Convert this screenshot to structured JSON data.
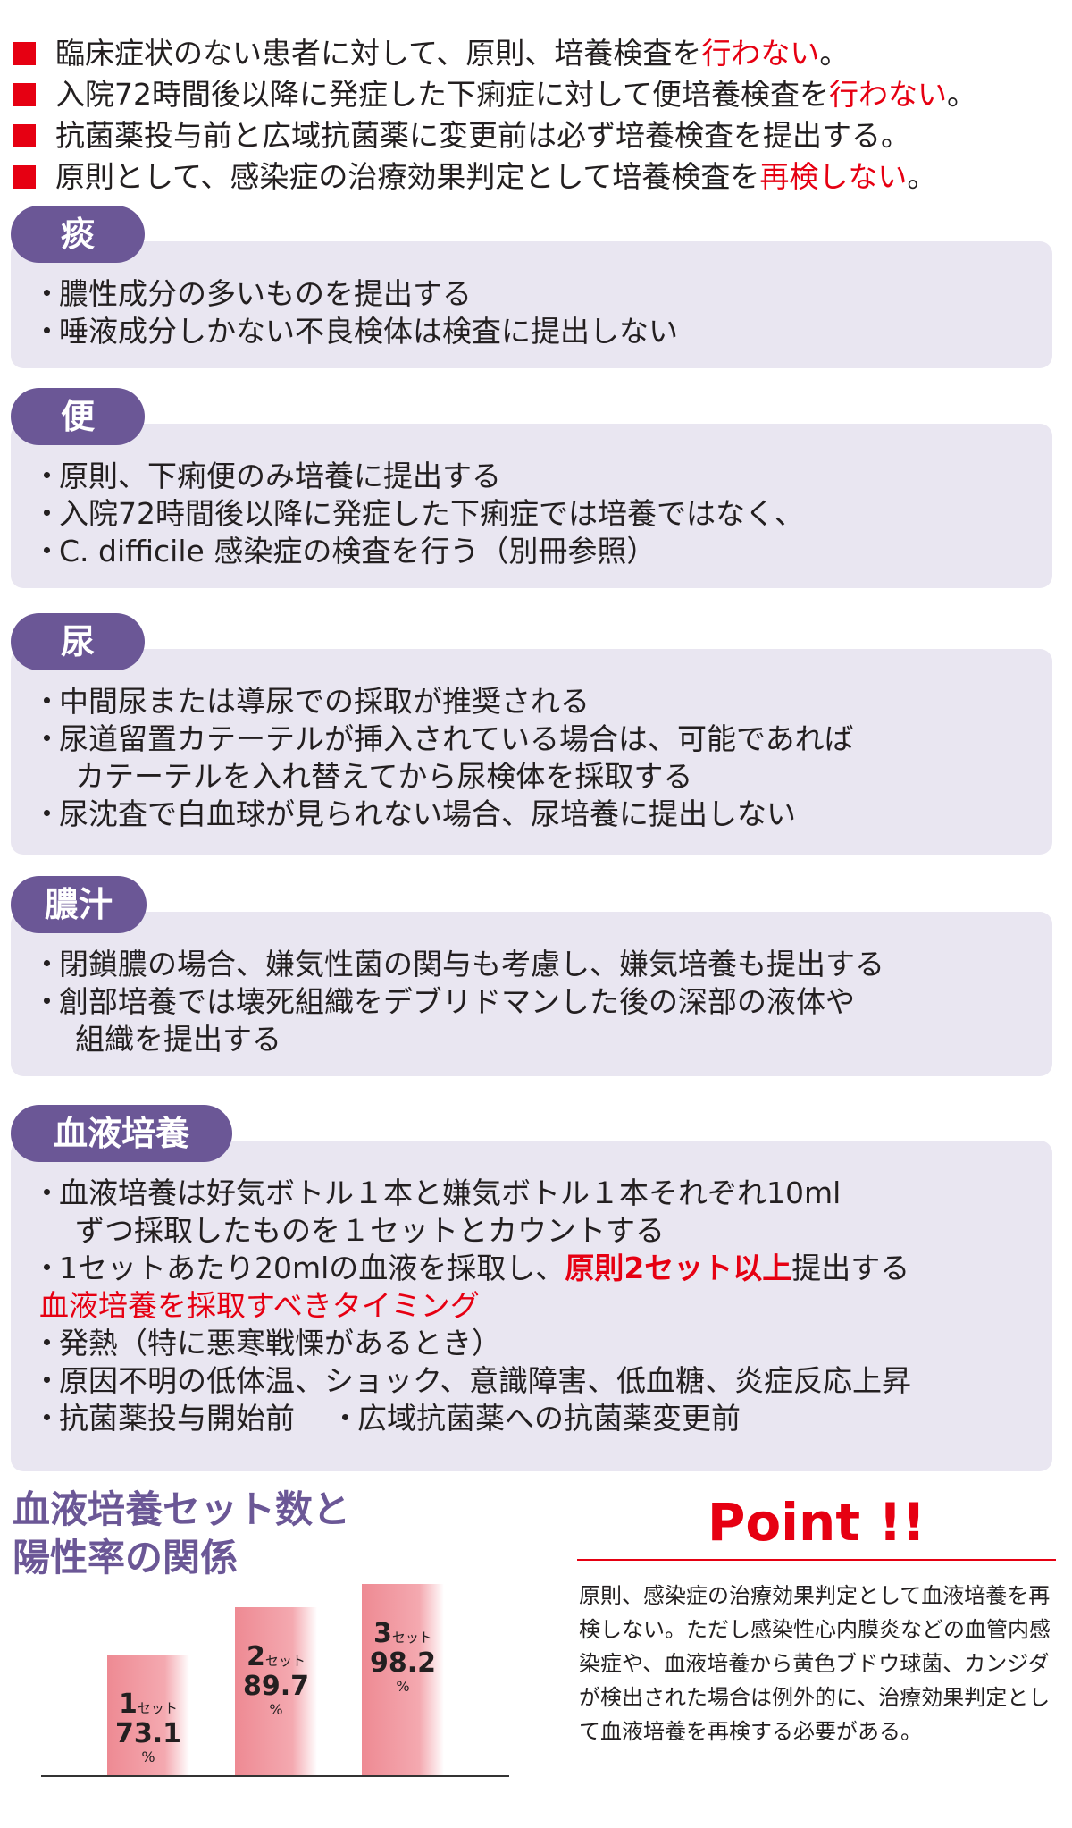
{
  "rules": [
    {
      "pre": "臨床症状のない患者に対して、原則、培養検査を",
      "em": "行わない",
      "post": "。"
    },
    {
      "pre": "入院72時間後以降に発症した下痢症に対して便培養検査を",
      "em": "行わない",
      "post": "。"
    },
    {
      "pre": "抗菌薬投与前と広域抗菌薬に変更前は必ず培養検査を提出する。",
      "em": "",
      "post": ""
    },
    {
      "pre": "原則として、感染症の治療効果判定として培養検査を",
      "em": "再検しない",
      "post": "。"
    }
  ],
  "sections": {
    "sputum": {
      "title": "痰",
      "items": [
        "膿性成分の多いものを提出する",
        "唾液成分しかない不良検体は検査に提出しない"
      ]
    },
    "stool": {
      "title": "便",
      "items": [
        "原則、下痢便のみ培養に提出する",
        "入院72時間後以降に発症した下痢症では培養ではなく、",
        "C. difficile 感染症の検査を行う（別冊参照）"
      ]
    },
    "urine": {
      "title": "尿",
      "items": [
        "中間尿または導尿での採取が推奨される",
        "尿道留置カテーテルが挿入されている場合は、可能であれば",
        "カテーテルを入れ替えてから尿検体を採取する",
        "尿沈査で白血球が見られない場合、尿培養に提出しない"
      ]
    },
    "pus": {
      "title": "膿汁",
      "items": [
        "閉鎖膿の場合、嫌気性菌の関与も考慮し、嫌気培養も提出する",
        "創部培養では壊死組織をデブリドマンした後の深部の液体や",
        "組織を提出する"
      ]
    },
    "blood": {
      "title": "血液培養",
      "items": [
        "血液培養は好気ボトル１本と嫌気ボトル１本それぞれ10ml",
        "ずつ採取したものを１セットとカウントする"
      ],
      "item3_pre": "1セットあたり20mlの血液を採取し、",
      "item3_em": "原則2セット以上",
      "item3_post": "提出する",
      "timing_head": "血液培養を採取すべきタイミング",
      "timing": [
        "発熱（特に悪寒戦慄があるとき）",
        "原因不明の低体温、ショック、意識障害、低血糖、炎症反応上昇"
      ],
      "last_a": "抗菌薬投与開始前",
      "last_b": "広域抗菌薬への抗菌薬変更前"
    }
  },
  "chart_title_1": "血液培養セット数と",
  "chart_title_2": "陽性率の関係",
  "chart_data": {
    "type": "bar",
    "categories": [
      "1",
      "2",
      "3"
    ],
    "category_unit": "セット",
    "values": [
      73.1,
      89.7,
      98.2
    ],
    "value_unit": "%",
    "ylim": [
      0,
      100
    ]
  },
  "point": {
    "title": "Point !!",
    "text": "原則、感染症の治療効果判定として血液培養を再検しない。ただし感染性心内膜炎などの血管内感染症や、血液培養から黄色ブドウ球菌、カンジダが検出された場合は例外的に、治療効果判定として血液培養を再検する必要がある。"
  },
  "bullet": "・",
  "colors": {
    "accent": "#e60012",
    "purple": "#6b5796",
    "panel": "#e9e6f1"
  }
}
